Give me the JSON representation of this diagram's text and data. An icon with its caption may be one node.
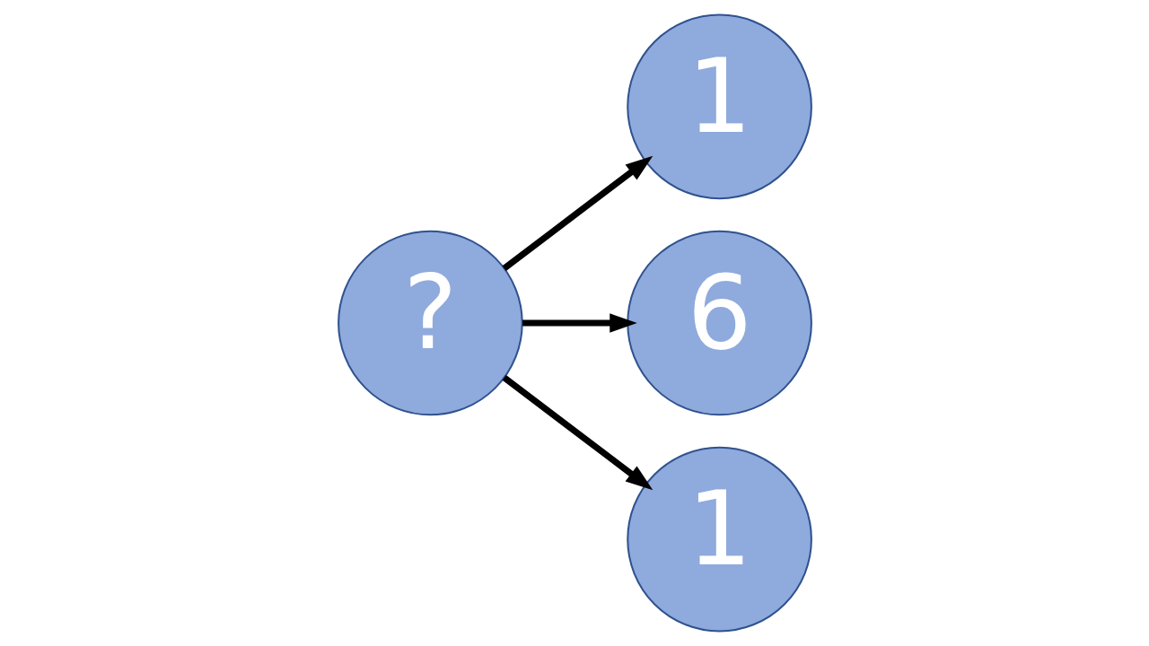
{
  "diagram": {
    "nodes": [
      {
        "text": [
          "?"
        ]
      },
      {
        "text": [
          "1"
        ]
      },
      {
        "text": [
          "6"
        ]
      },
      {
        "text": [
          "1"
        ]
      }
    ],
    "edges": [
      {
        "from": 0,
        "to": 1,
        "arrow": "to"
      },
      {
        "from": 0,
        "to": 2,
        "arrow": "to"
      },
      {
        "from": 0,
        "to": 3,
        "arrow": "to"
      }
    ]
  }
}
